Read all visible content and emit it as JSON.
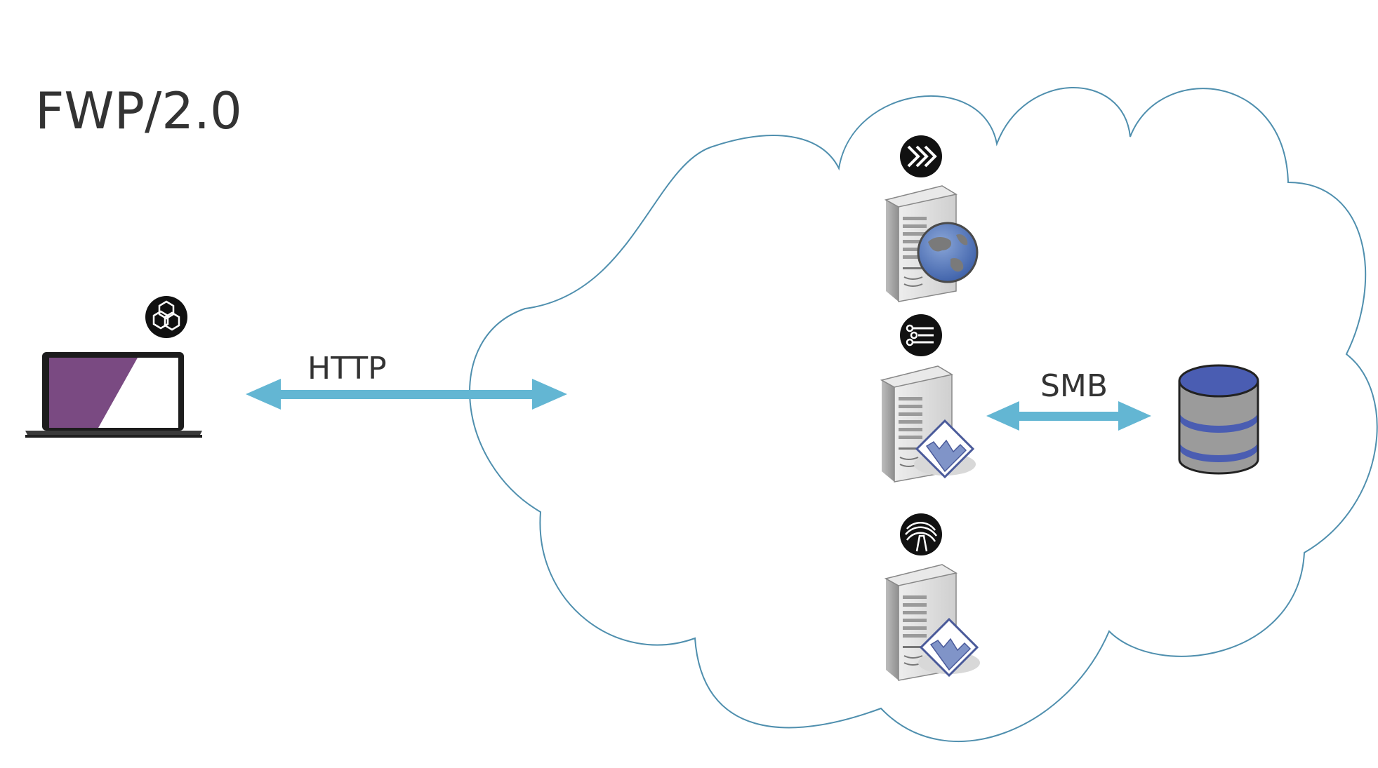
{
  "title": "FWP/2.0",
  "connections": {
    "client_link_label": "HTTP",
    "storage_link_label": "SMB"
  },
  "colors": {
    "arrow": "#63b6d3",
    "cloud_stroke": "#4f8fae",
    "title_text": "#333333",
    "label_text": "#333333",
    "laptop_screen": "#7a4a82",
    "db_top": "#4a5db2",
    "db_body": "#9b9b9b",
    "badge": "#111111"
  },
  "icons": {
    "client_badge": "hexagon-cluster-icon",
    "laptop": "laptop-icon",
    "web_server_badge": "chevrons-icon",
    "web_server": "web-server-globe-icon",
    "app_server_badge": "sliders-icon",
    "app_server": "app-server-icon",
    "third_server_badge": "waves-icon",
    "third_server": "app-server-icon",
    "database": "database-icon"
  }
}
